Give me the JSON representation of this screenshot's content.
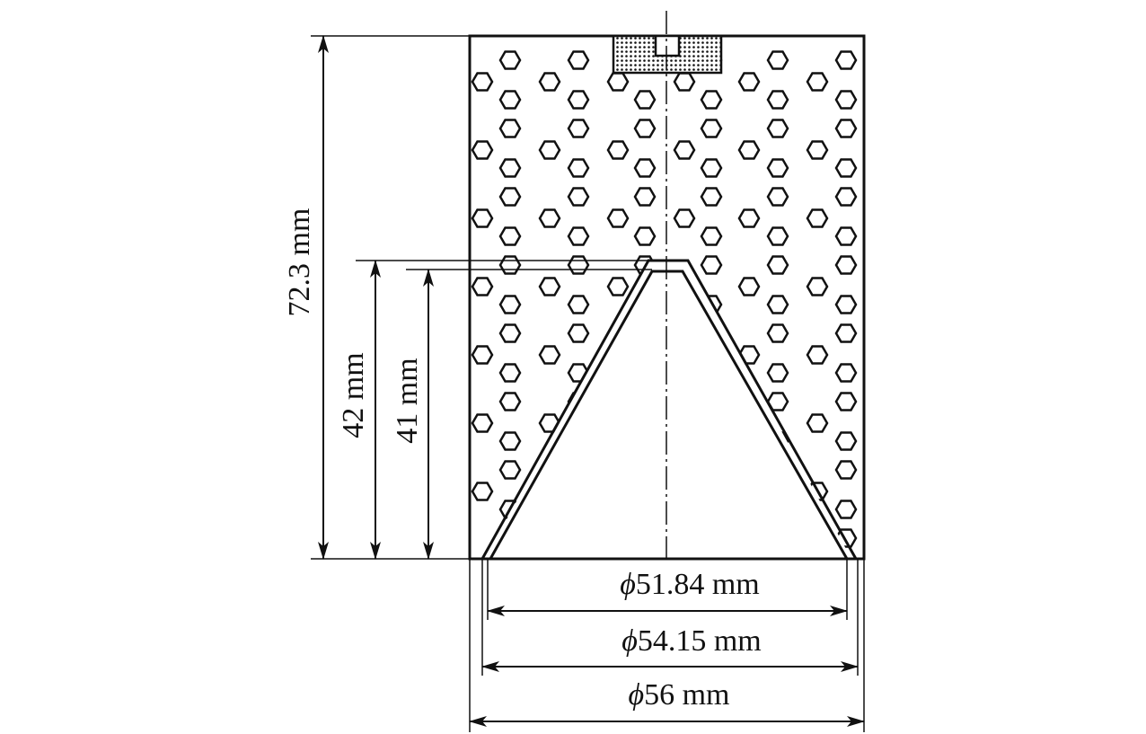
{
  "diagram": {
    "labels": {
      "height_total": "72.3 mm",
      "height_outer_cone": "42 mm",
      "height_inner_cone": "41 mm",
      "phi_symbol": "ϕ",
      "dia_inner": "51.84 mm",
      "dia_outer_cone": "54.15 mm",
      "dia_body": "56 mm"
    },
    "colors": {
      "line": "#111111",
      "background": "#ffffff"
    }
  }
}
